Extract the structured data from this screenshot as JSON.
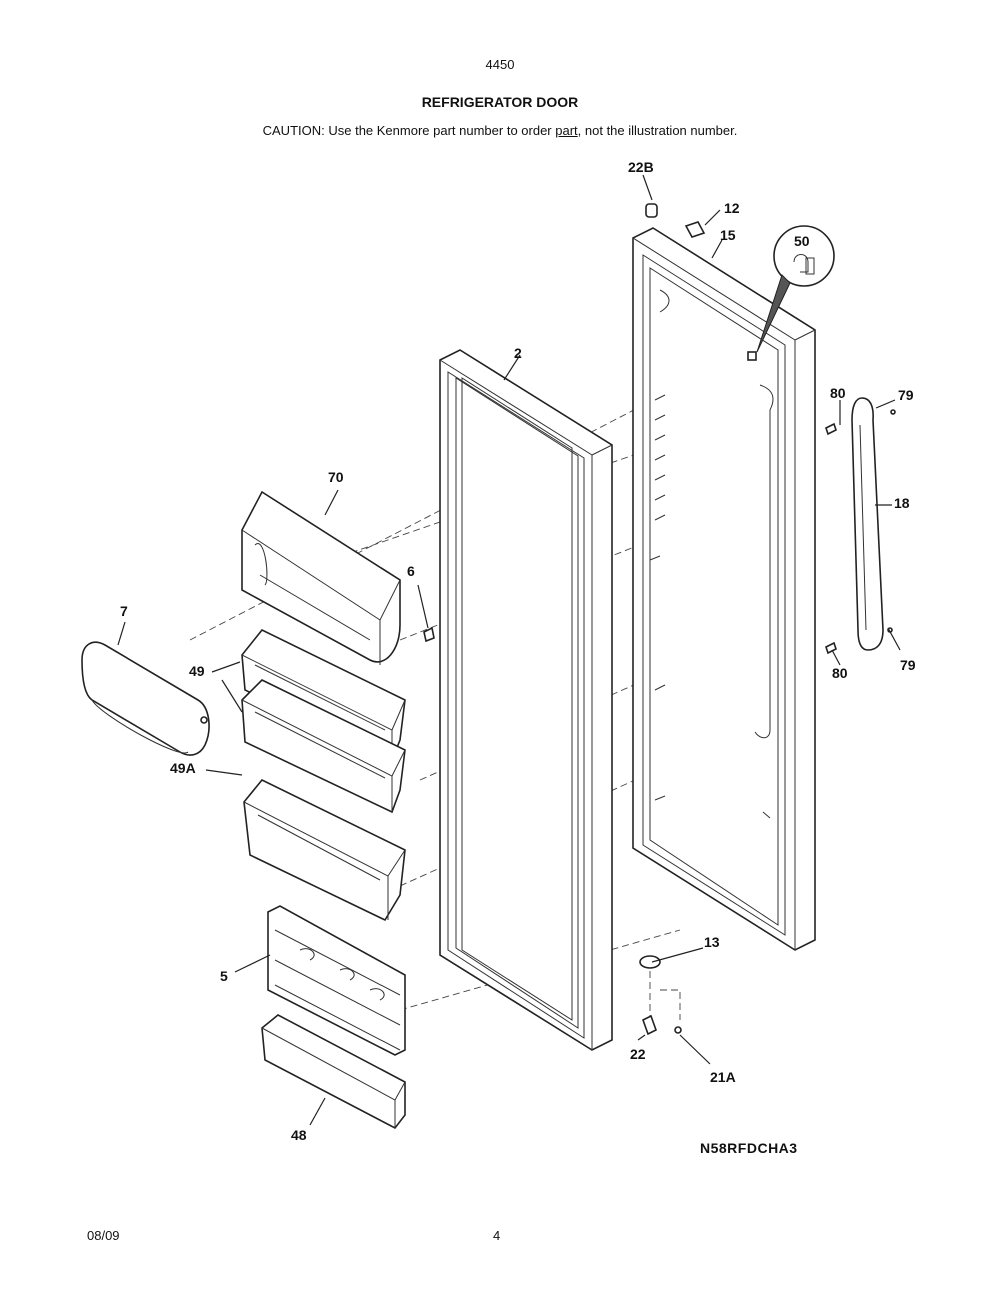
{
  "header": {
    "model_number": "4450",
    "title": "REFRIGERATOR DOOR",
    "caution_prefix": "CAUTION: Use the Kenmore part number to order ",
    "caution_link": "part",
    "caution_suffix": ", not the illustration number."
  },
  "diagram": {
    "code": "N58RFDCHA3",
    "labels": {
      "p22B": "22B",
      "p12": "12",
      "p15": "15",
      "p50": "50",
      "p2": "2",
      "p80_top": "80",
      "p79_top": "79",
      "p18": "18",
      "p70": "70",
      "p6": "6",
      "p7": "7",
      "p49": "49",
      "p80_bottom": "80",
      "p79_bottom": "79",
      "p49A": "49A",
      "p13": "13",
      "p5": "5",
      "p22": "22",
      "p21A": "21A",
      "p48": "48"
    }
  },
  "footer": {
    "date": "08/09",
    "page": "4"
  }
}
